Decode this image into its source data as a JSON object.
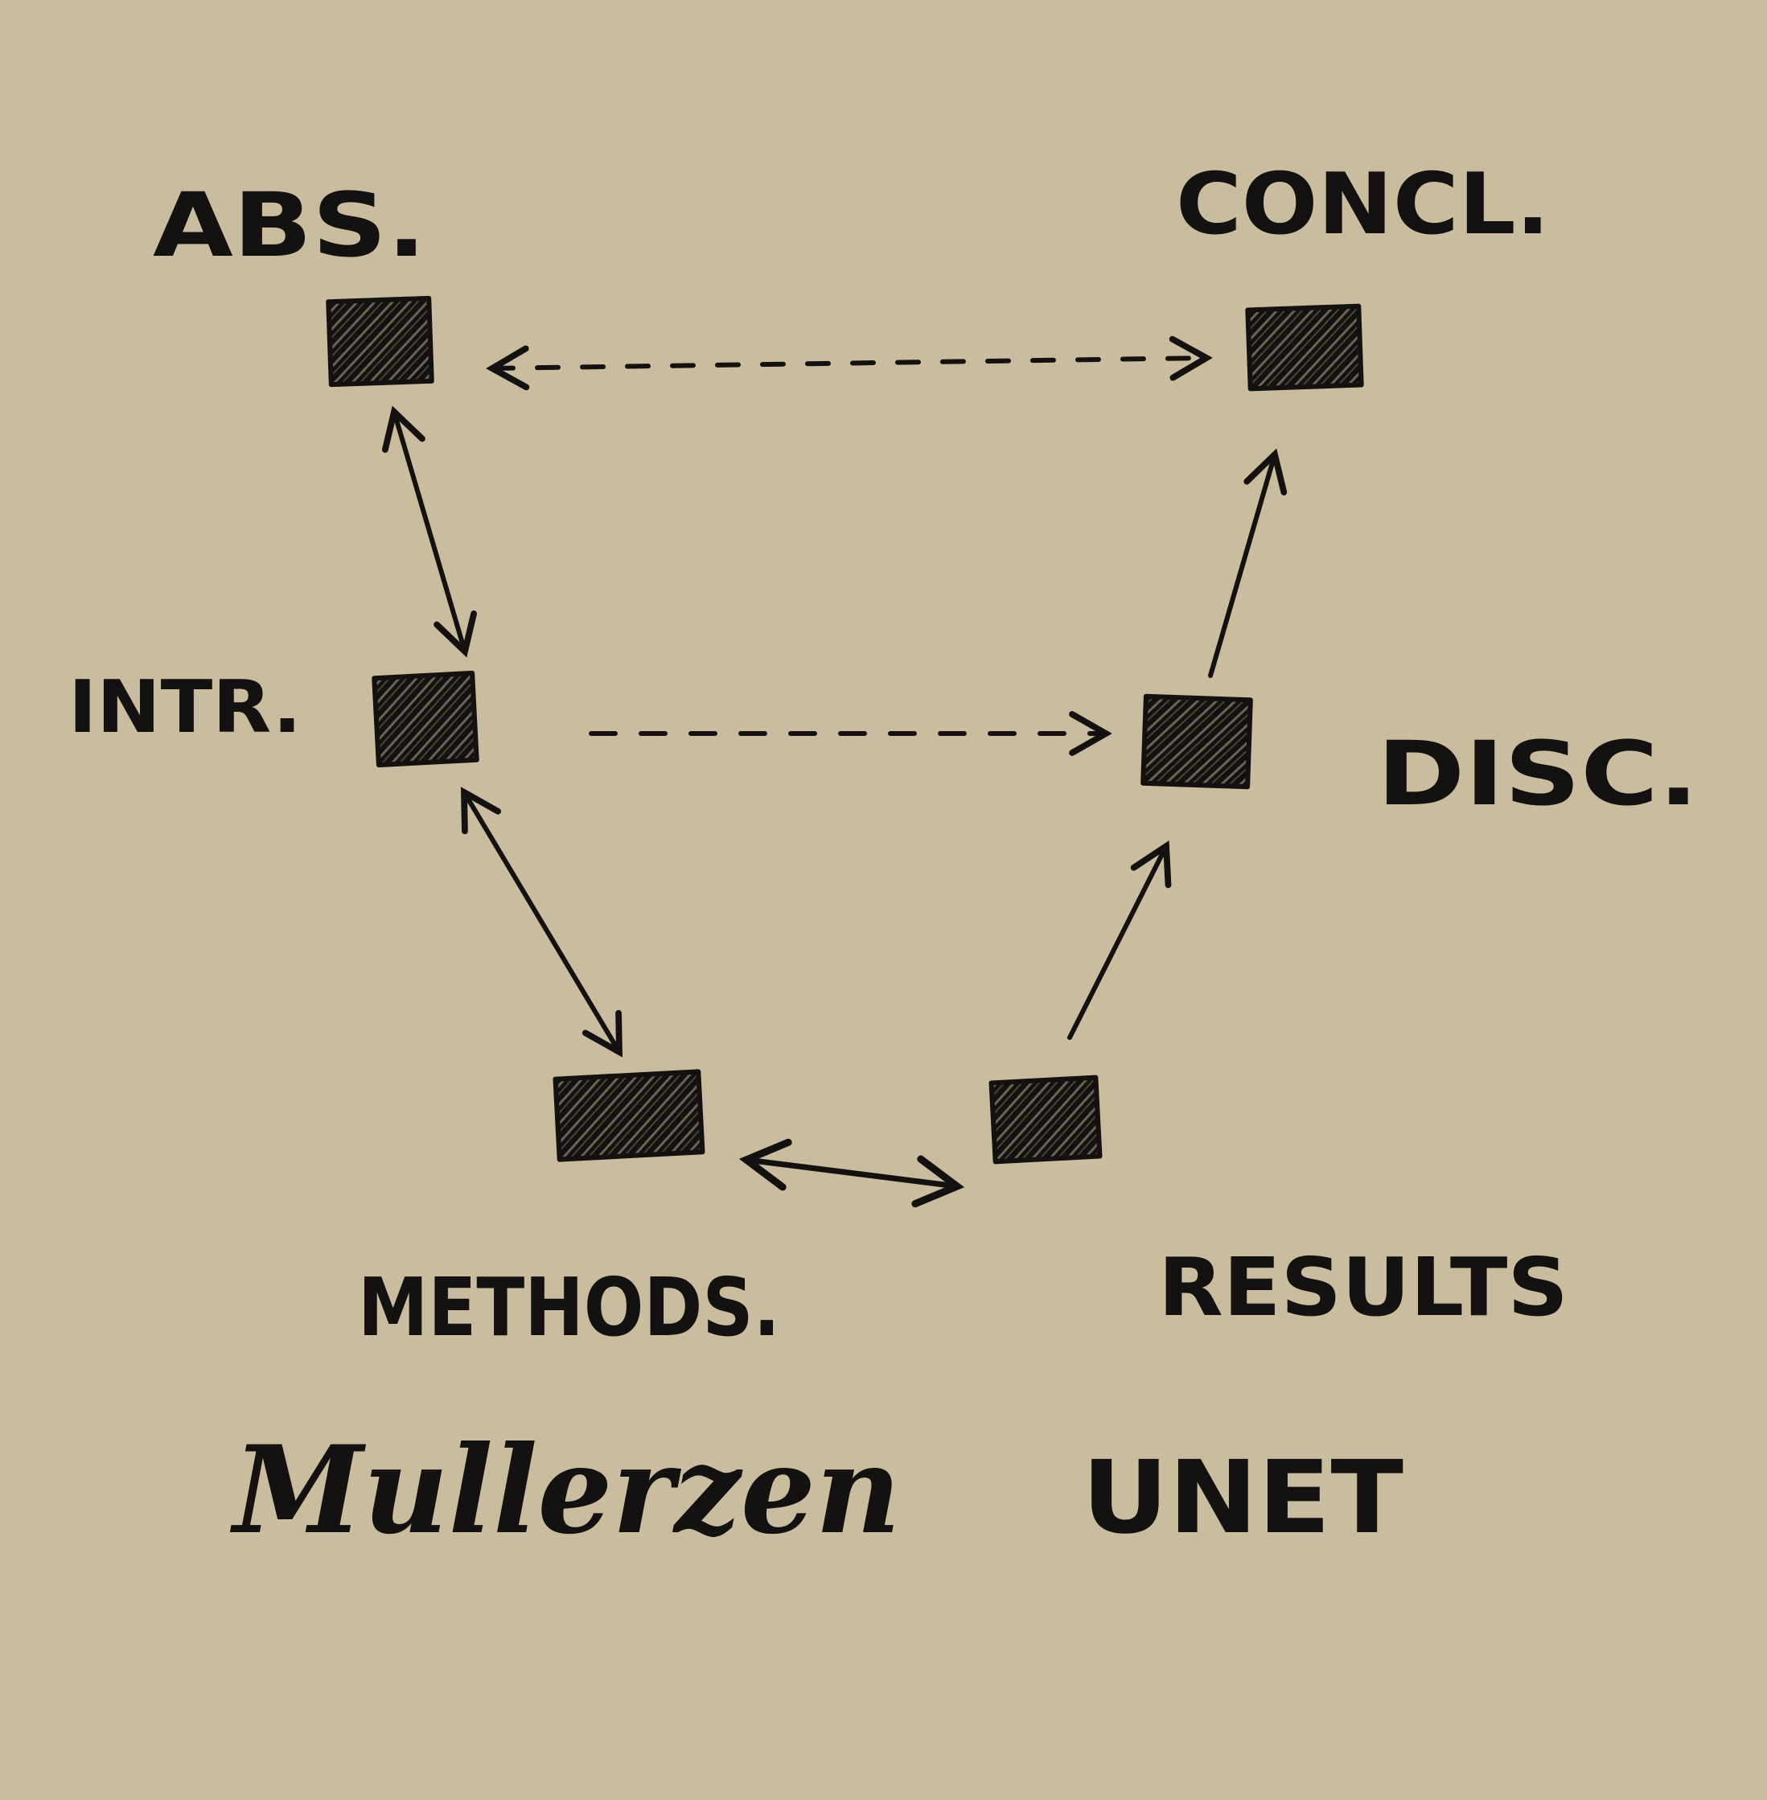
{
  "paper_color": "#c9bc9f",
  "ink_color": "#141210",
  "nodes": {
    "abstract": {
      "label": "ABS."
    },
    "introduction": {
      "label": "INTR."
    },
    "methods": {
      "label": "METHODS."
    },
    "results": {
      "label": "RESULTS"
    },
    "discussion": {
      "label": "DISC."
    },
    "conclusion": {
      "label": "CONCL."
    }
  },
  "edges": [
    {
      "from": "abstract",
      "to": "conclusion",
      "style": "dashed",
      "direction": "both"
    },
    {
      "from": "abstract",
      "to": "introduction",
      "style": "solid",
      "direction": "both"
    },
    {
      "from": "introduction",
      "to": "discussion",
      "style": "dashed",
      "direction": "forward"
    },
    {
      "from": "introduction",
      "to": "methods",
      "style": "solid",
      "direction": "both"
    },
    {
      "from": "methods",
      "to": "results",
      "style": "solid",
      "direction": "both"
    },
    {
      "from": "results",
      "to": "discussion",
      "style": "solid",
      "direction": "forward"
    },
    {
      "from": "discussion",
      "to": "conclusion",
      "style": "solid",
      "direction": "forward"
    }
  ],
  "caption": {
    "left": "Mullerzen",
    "right": "UNET"
  }
}
